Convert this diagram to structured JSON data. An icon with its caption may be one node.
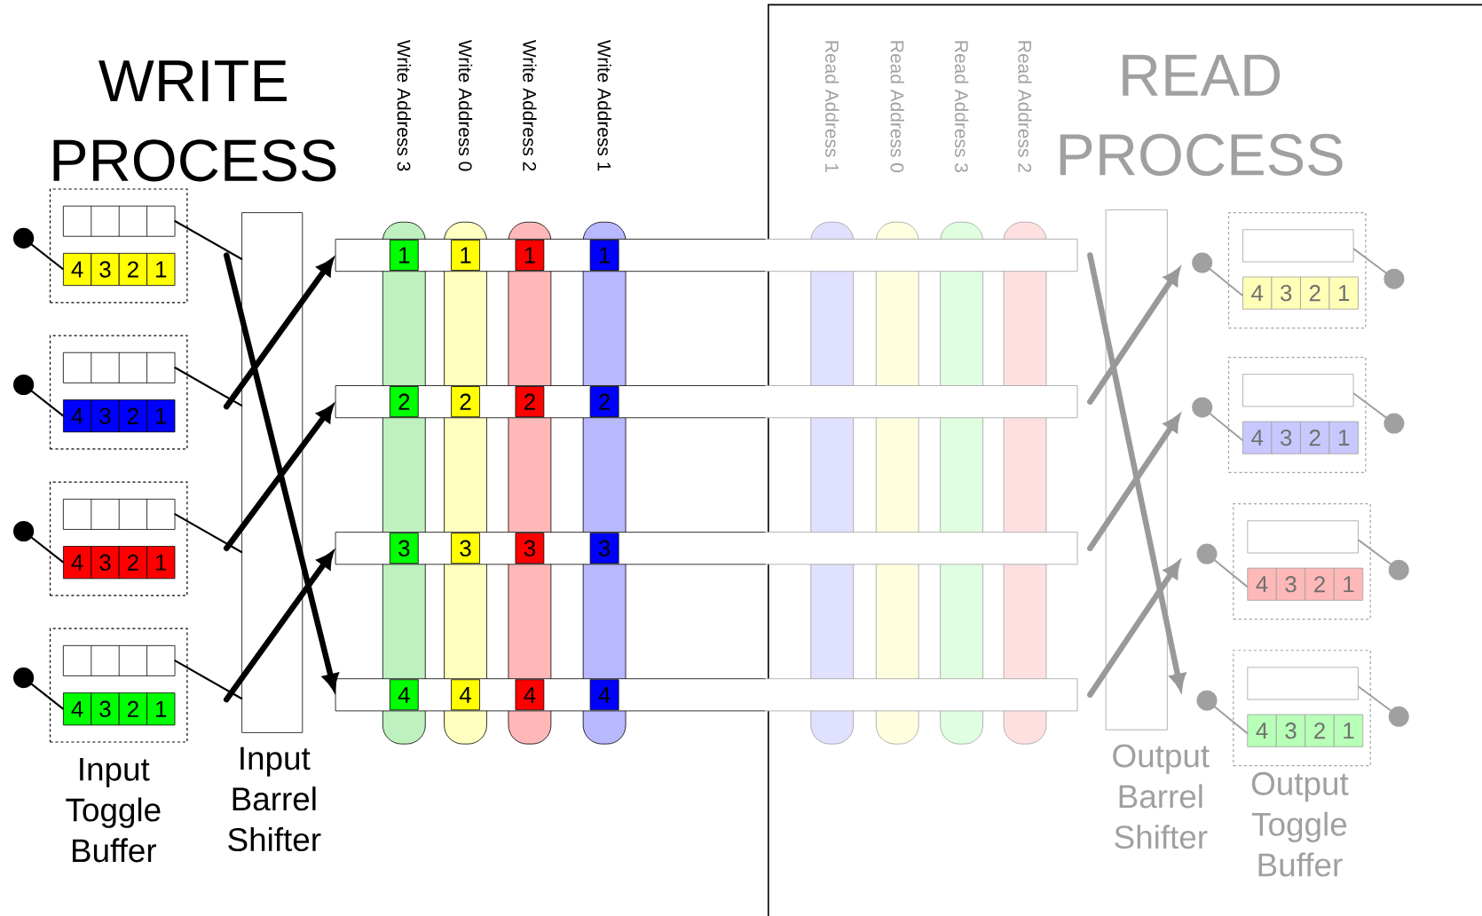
{
  "diagram": {
    "nodes": [
      {
        "text": [],
        "shape": "box"
      },
      {
        "text": [],
        "shape": "box",
        "in": 0
      },
      {
        "text": [
          "4"
        ],
        "in": 0
      },
      {
        "text": [
          "3"
        ],
        "in": 0
      },
      {
        "text": [
          "2"
        ],
        "in": 0
      },
      {
        "text": [
          "1"
        ],
        "in": 0
      },
      {
        "text": [],
        "shape": "box"
      },
      {
        "text": [],
        "shape": "box",
        "in": 6
      },
      {
        "text": [
          "4"
        ],
        "in": 6
      },
      {
        "text": [
          "3"
        ],
        "in": 6
      },
      {
        "text": [
          "2"
        ],
        "in": 6
      },
      {
        "text": [
          "1"
        ],
        "in": 6
      },
      {
        "text": [],
        "shape": "box"
      },
      {
        "text": [],
        "shape": "box",
        "in": 12
      },
      {
        "text": [
          "4"
        ],
        "in": 12
      },
      {
        "text": [
          "3"
        ],
        "in": 12
      },
      {
        "text": [
          "2"
        ],
        "in": 12
      },
      {
        "text": [
          "1"
        ],
        "in": 12
      },
      {
        "text": [],
        "shape": "box"
      },
      {
        "text": [],
        "shape": "box",
        "in": 18
      },
      {
        "text": [
          "4"
        ],
        "in": 18
      },
      {
        "text": [
          "3"
        ],
        "in": 18
      },
      {
        "text": [
          "2"
        ],
        "in": 18
      },
      {
        "text": [
          "1"
        ],
        "in": 18
      },
      {
        "text": [
          "Input Barrel Shifter"
        ]
      },
      {
        "text": [
          "Write Address 3"
        ]
      },
      {
        "text": [
          "Write Address 0"
        ]
      },
      {
        "text": [
          "Write Address 2"
        ]
      },
      {
        "text": [
          "Write Address 1"
        ]
      },
      {
        "text": [],
        "shape": "bar"
      },
      {
        "text": [],
        "shape": "bar"
      },
      {
        "text": [],
        "shape": "bar"
      },
      {
        "text": [],
        "shape": "bar"
      },
      {
        "text": [
          "1"
        ]
      },
      {
        "text": [
          "1"
        ]
      },
      {
        "text": [
          "1"
        ]
      },
      {
        "text": [
          "1"
        ]
      },
      {
        "text": [
          "2"
        ]
      },
      {
        "text": [
          "2"
        ]
      },
      {
        "text": [
          "2"
        ]
      },
      {
        "text": [
          "2"
        ]
      },
      {
        "text": [
          "3"
        ]
      },
      {
        "text": [
          "3"
        ]
      },
      {
        "text": [
          "3"
        ]
      },
      {
        "text": [
          "3"
        ]
      },
      {
        "text": [
          "4"
        ]
      },
      {
        "text": [
          "4"
        ]
      },
      {
        "text": [
          "4"
        ]
      },
      {
        "text": [
          "4"
        ]
      },
      {
        "text": [
          "READ PROCESS"
        ]
      },
      {
        "text": [
          "Read Address 1"
        ],
        "in": 49
      },
      {
        "text": [
          "Read Address 0"
        ],
        "in": 49
      },
      {
        "text": [
          "Read Address 3"
        ],
        "in": 49
      },
      {
        "text": [
          "Read Address 2"
        ],
        "in": 49
      },
      {
        "text": [
          "Output Barrel Shifter"
        ],
        "in": 49
      },
      {
        "text": [],
        "shape": "box",
        "in": 49
      },
      {
        "text": [],
        "shape": "box",
        "in": 55
      },
      {
        "text": [
          "4"
        ],
        "in": 55
      },
      {
        "text": [
          "3"
        ],
        "in": 55
      },
      {
        "text": [
          "2"
        ],
        "in": 55
      },
      {
        "text": [
          "1"
        ],
        "in": 55
      },
      {
        "text": [],
        "shape": "box",
        "in": 49
      },
      {
        "text": [],
        "shape": "box",
        "in": 61
      },
      {
        "text": [
          "4"
        ],
        "in": 61
      },
      {
        "text": [
          "3"
        ],
        "in": 61
      },
      {
        "text": [
          "2"
        ],
        "in": 61
      },
      {
        "text": [
          "1"
        ],
        "in": 61
      },
      {
        "text": [],
        "shape": "box",
        "in": 49
      },
      {
        "text": [],
        "shape": "box",
        "in": 67
      },
      {
        "text": [
          "4"
        ],
        "in": 67
      },
      {
        "text": [
          "3"
        ],
        "in": 67
      },
      {
        "text": [
          "2"
        ],
        "in": 67
      },
      {
        "text": [
          "1"
        ],
        "in": 67
      },
      {
        "text": [],
        "shape": "box",
        "in": 49
      },
      {
        "text": [],
        "shape": "box",
        "in": 73
      },
      {
        "text": [
          "4"
        ],
        "in": 73
      },
      {
        "text": [
          "3"
        ],
        "in": 73
      },
      {
        "text": [
          "2"
        ],
        "in": 73
      },
      {
        "text": [
          "1"
        ],
        "in": 73
      }
    ],
    "edges": [
      {
        "from": 1,
        "to": 24,
        "arrow": "none"
      },
      {
        "from": 7,
        "to": 24,
        "arrow": "none"
      },
      {
        "from": 13,
        "to": 24,
        "arrow": "none"
      },
      {
        "from": 19,
        "to": 24,
        "arrow": "none"
      },
      {
        "from": 24,
        "to": 32,
        "arrow": "to"
      },
      {
        "from": 24,
        "to": 29,
        "arrow": "to"
      },
      {
        "from": 24,
        "to": 30,
        "arrow": "to"
      },
      {
        "from": 24,
        "to": 31,
        "arrow": "to"
      },
      {
        "from": 29,
        "to": 54,
        "arrow": "to",
        "color": "#999999"
      },
      {
        "from": 30,
        "to": 54,
        "arrow": "to",
        "color": "#999999"
      },
      {
        "from": 31,
        "to": 54,
        "arrow": "to",
        "color": "#999999"
      },
      {
        "from": 32,
        "to": 54,
        "arrow": "to",
        "color": "#999999"
      }
    ],
    "labels": [
      "WRITE PROCESS",
      "Input Toggle Buffer",
      "Output Toggle Buffer"
    ]
  }
}
